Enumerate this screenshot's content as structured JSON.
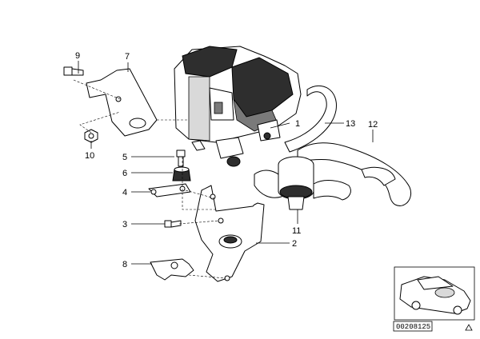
{
  "callouts": {
    "p1": "1",
    "p2": "2",
    "p3": "3",
    "p4": "4",
    "p5": "5",
    "p6": "6",
    "p7": "7",
    "p8": "8",
    "p9": "9",
    "p10": "10",
    "p11": "11",
    "p12": "12",
    "p13": "13"
  },
  "reference_id": "00208125",
  "icons": {
    "corner_mark": "triangle-icon",
    "inset": "car-silhouette-icon"
  },
  "colors": {
    "ink": "#000000",
    "paper": "#ffffff",
    "shade_dark": "#2e2e2e",
    "shade_mid": "#7a7a7a",
    "shade_light": "#d9d9d9"
  }
}
